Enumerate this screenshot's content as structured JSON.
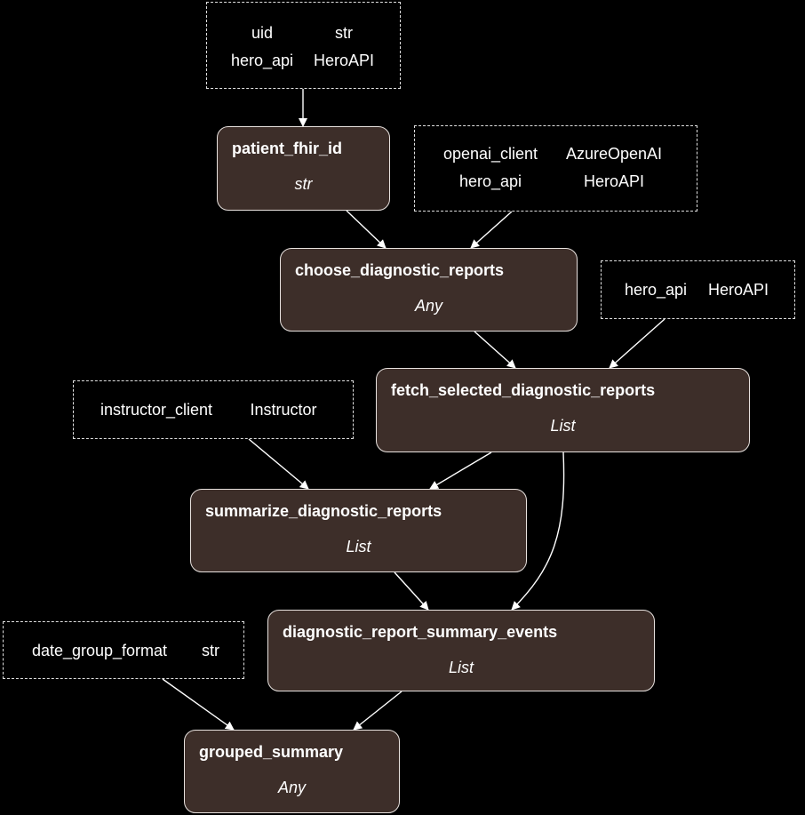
{
  "inputs": {
    "top": {
      "rows": [
        [
          "uid",
          "str"
        ],
        [
          "hero_api",
          "HeroAPI"
        ]
      ]
    },
    "openai": {
      "rows": [
        [
          "openai_client",
          "AzureOpenAI"
        ],
        [
          "hero_api",
          "HeroAPI"
        ]
      ]
    },
    "hero": {
      "rows": [
        [
          "hero_api",
          "HeroAPI"
        ]
      ]
    },
    "instructor": {
      "rows": [
        [
          "instructor_client",
          "Instructor"
        ]
      ]
    },
    "date_group": {
      "rows": [
        [
          "date_group_format",
          "str"
        ]
      ]
    }
  },
  "nodes": {
    "patient_fhir_id": {
      "title": "patient_fhir_id",
      "type": "str"
    },
    "choose_diagnostic_reports": {
      "title": "choose_diagnostic_reports",
      "type": "Any"
    },
    "fetch_selected_diagnostic_reports": {
      "title": "fetch_selected_diagnostic_reports",
      "type": "List"
    },
    "summarize_diagnostic_reports": {
      "title": "summarize_diagnostic_reports",
      "type": "List"
    },
    "diagnostic_report_summary_events": {
      "title": "diagnostic_report_summary_events",
      "type": "List"
    },
    "grouped_summary": {
      "title": "grouped_summary",
      "type": "Any"
    }
  },
  "colors": {
    "node_fill": "#3d2e29",
    "node_border": "#e8e2df",
    "edge": "#ffffff",
    "background": "#000000"
  }
}
